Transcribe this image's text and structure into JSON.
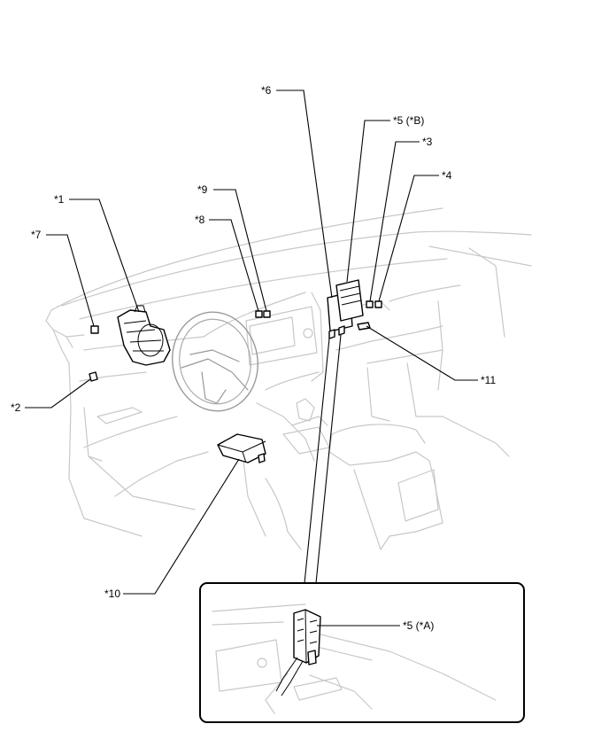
{
  "callouts": {
    "c1": "*1",
    "c2": "*2",
    "c3": "*3",
    "c4": "*4",
    "c5b": "*5 (*B)",
    "c5a": "*5 (*A)",
    "c6": "*6",
    "c7": "*7",
    "c8": "*8",
    "c9": "*9",
    "c10": "*10",
    "c11": "*11"
  }
}
